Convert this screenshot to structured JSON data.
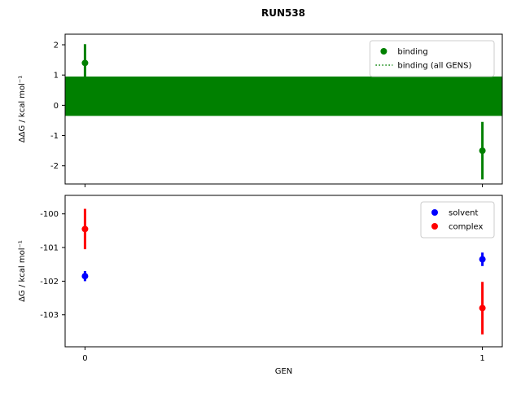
{
  "chart_data": [
    {
      "type": "scatter",
      "title": "RUN538",
      "ylabel": "ΔΔG / kcal mol⁻¹",
      "ylim": [
        -2.6,
        2.35
      ],
      "yticks": [
        2,
        1,
        0,
        -1,
        -2
      ],
      "xlim": [
        -0.05,
        1.05
      ],
      "grid": false,
      "legend_position": "upper right",
      "series": [
        {
          "name": "binding",
          "color": "#008000",
          "marker": "dot",
          "x": [
            0,
            1
          ],
          "y": [
            1.4,
            -1.5
          ],
          "yerr": [
            0.62,
            0.95
          ]
        }
      ],
      "band": {
        "name": "binding (all GENS)",
        "color": "#008000",
        "y_low": -0.35,
        "y_high": 0.95
      },
      "legend": [
        {
          "label": "binding",
          "color": "#008000",
          "marker": "dot"
        },
        {
          "label": "binding (all GENS)",
          "color": "#008000",
          "marker": "dotted-line"
        }
      ]
    },
    {
      "type": "scatter",
      "ylabel": "ΔG / kcal mol⁻¹",
      "xlabel": "GEN",
      "ylim": [
        -103.95,
        -99.45
      ],
      "yticks": [
        -100,
        -101,
        -102,
        -103
      ],
      "xticks": [
        0,
        1
      ],
      "xlim": [
        -0.05,
        1.05
      ],
      "grid": false,
      "legend_position": "upper right",
      "series": [
        {
          "name": "solvent",
          "color": "#0000ff",
          "marker": "dot",
          "x": [
            0,
            1
          ],
          "y": [
            -101.85,
            -101.35
          ],
          "yerr": [
            0.15,
            0.2
          ]
        },
        {
          "name": "complex",
          "color": "#ff0000",
          "marker": "dot",
          "x": [
            0,
            1
          ],
          "y": [
            -100.45,
            -102.8
          ],
          "yerr": [
            0.6,
            0.78
          ]
        }
      ],
      "legend": [
        {
          "label": "solvent",
          "color": "#0000ff",
          "marker": "dot"
        },
        {
          "label": "complex",
          "color": "#ff0000",
          "marker": "dot"
        }
      ]
    }
  ]
}
